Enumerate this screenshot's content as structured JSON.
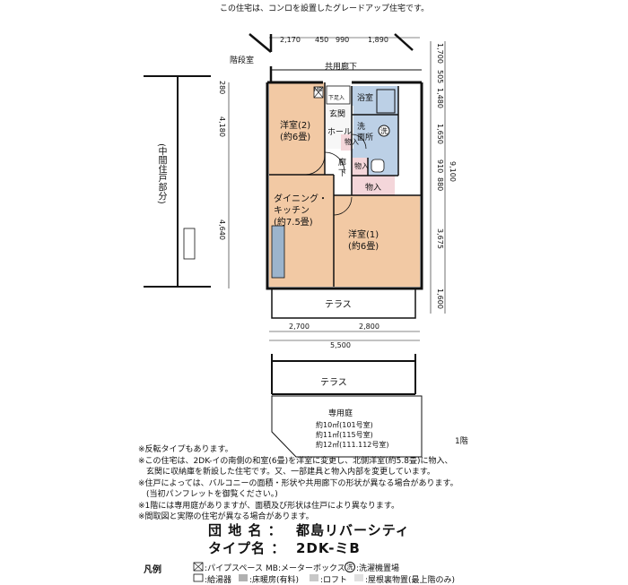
{
  "header_note": "この住宅は、コンロを設置したグレードアップ住宅です。",
  "dims_top": [
    "2,170",
    "450",
    "990",
    "1,890"
  ],
  "dims_right": [
    "1,700",
    "505",
    "1,480",
    "1,650",
    "910",
    "9,100",
    "880",
    "3,675",
    "1,600"
  ],
  "dims_left": [
    "280",
    "4,180",
    "4,640"
  ],
  "dims_bottom": [
    "2,700",
    "2,800",
    "5,500"
  ],
  "labels": {
    "stair": "階段室",
    "corridor": "共用廊下",
    "middle_unit": "(中間住戸部分)",
    "western2_l1": "洋室(2)",
    "western2_l2": "(約6畳)",
    "entrance": "玄関",
    "hall": "ホール",
    "storage": "物入",
    "bath": "浴室",
    "wash_l1": "洗",
    "wash_l2": "面所",
    "wash_mark": "洗",
    "hallway_l1": "廊",
    "hallway_l2": "下",
    "storage2": "物入",
    "storage3": "物入",
    "dining_l1": "ダイニング・",
    "dining_l2": "キッチン",
    "dining_l3": "(約7.5畳)",
    "western1_l1": "洋室(1)",
    "western1_l2": "(約6畳)",
    "terrace1": "テラス",
    "terrace2": "テラス",
    "garden": "専用庭",
    "garden_l1": "約10㎡(101号室)",
    "garden_l2": "約11㎡(115号室)",
    "garden_l3": "約12㎡(111.112号室)",
    "floor": "1階",
    "mb": "MB",
    "shoe": "下足入"
  },
  "notes": [
    "※反転タイプもあります。",
    "※この住宅は、2DK-イの南側の和室(6畳)を洋室に変更し、北側洋室(約5.8畳)に物入、",
    "　玄関に収納庫を新設した住宅です。又、一部建具と物入内部を変更しています。",
    "※住戸によっては、バルコニーの面積・形状や共用廊下の形状が異なる場合があります。",
    "　(当初パンフレットを御覧ください。)",
    "※1階には専用庭がありますが、面積及び形状は住戸により異なります。",
    "※間取図と実際の住宅が異なる場合があります。"
  ],
  "info": {
    "estate_label": "団 地 名 ：",
    "estate_value": "都島リバーシティ",
    "type_label": "タイプ名 ：",
    "type_value": "2DK-ミB"
  },
  "legend": {
    "title": "凡例",
    "row1": ":パイプスペース",
    "mb": "MB:メーターボックス",
    "wash_symbol": "洗",
    "washer": ":洗濯機置場",
    "row2_water": ":給湯器",
    "row2_floor": ":床暖房(有料)",
    "row2_loft": ":ロフト",
    "row2_attic": ":屋根裏物置(最上階のみ)"
  },
  "colors": {
    "room_fill": "#f2c9a4",
    "wet_fill": "#bcd0e6",
    "storage_fill": "#f4d6da",
    "wall": "#111111"
  }
}
